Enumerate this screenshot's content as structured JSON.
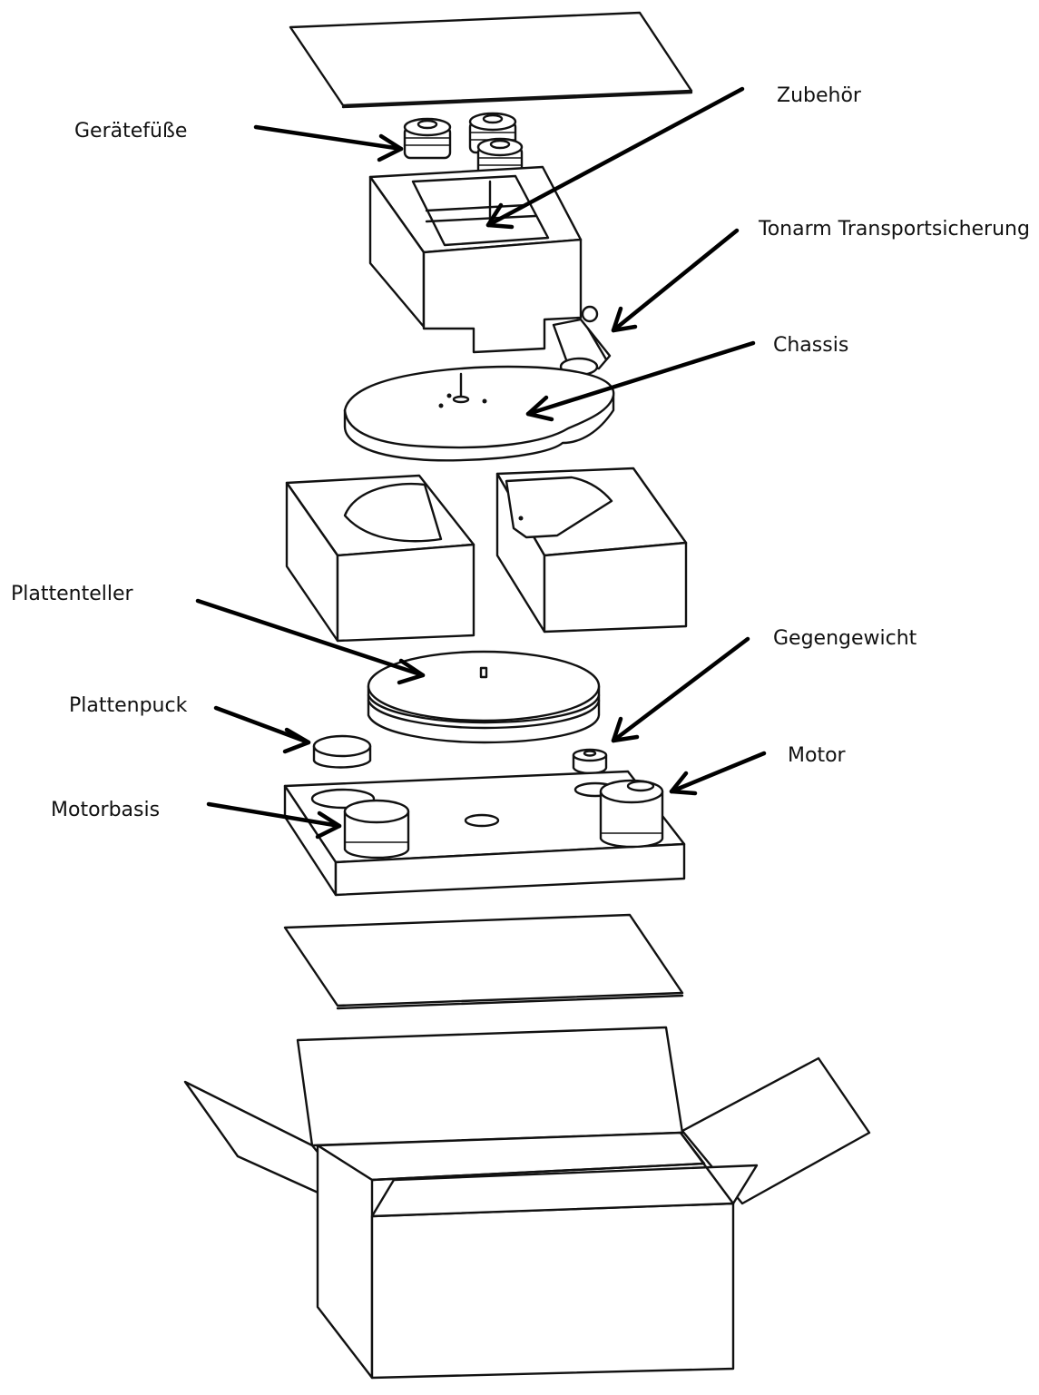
{
  "labels": {
    "zubehoer": "Zubehör",
    "geraetefuesse": "Gerätefüße",
    "tonarm": "Tonarm Transportsicherung",
    "chassis": "Chassis",
    "plattenteller": "Plattenteller",
    "gegengewicht": "Gegengewicht",
    "plattenpuck": "Plattenpuck",
    "motor": "Motor",
    "motorbasis": "Motorbasis"
  }
}
